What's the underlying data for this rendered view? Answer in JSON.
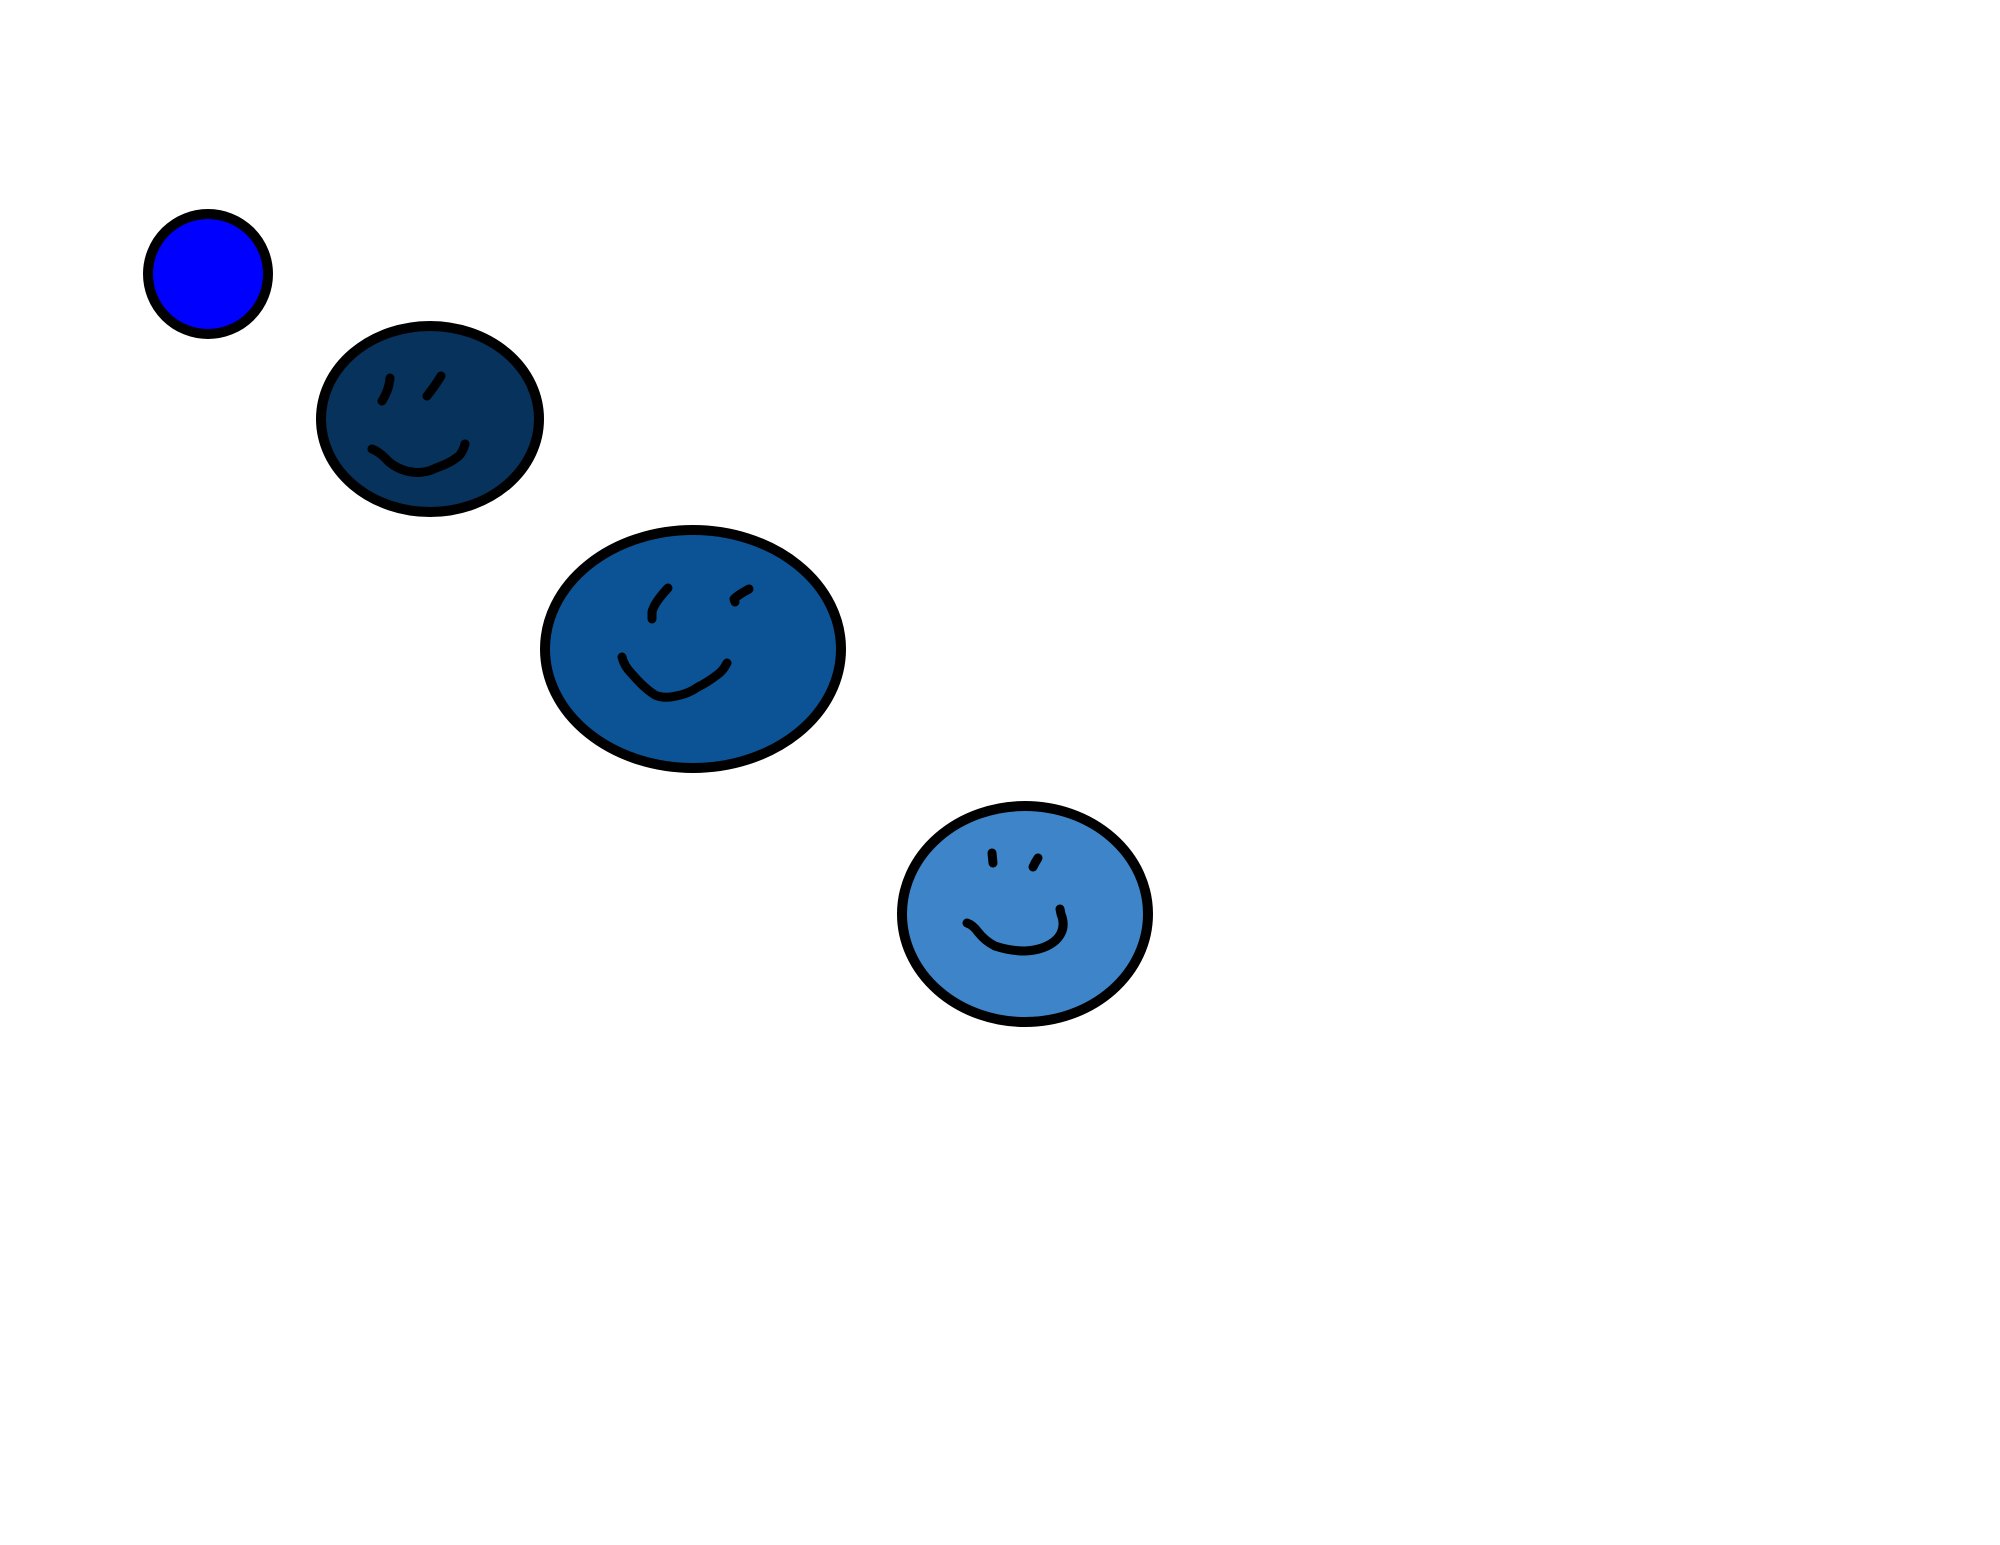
{
  "background": "#ffffff",
  "outline_color": "#000000",
  "dot": {
    "color": "#0000ff"
  },
  "faces": [
    {
      "name": "face-dark",
      "color": "#06325c"
    },
    {
      "name": "face-medium",
      "color": "#0c5396"
    },
    {
      "name": "face-light",
      "color": "#3d84c8"
    }
  ]
}
